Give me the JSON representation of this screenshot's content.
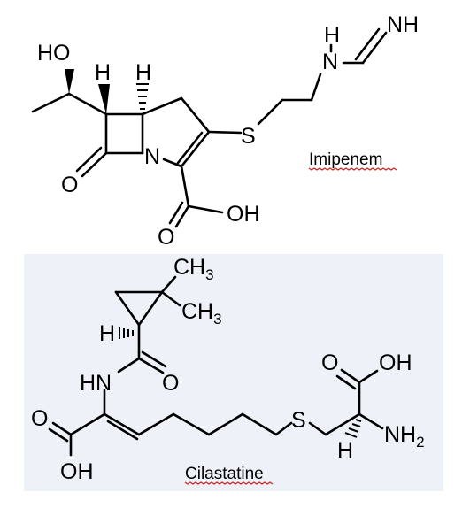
{
  "molecules": [
    {
      "name": "Imipenem",
      "atom_labels": {
        "ho": "HO",
        "h1": "H",
        "h2": "H",
        "n_ring": "N",
        "s": "S",
        "o_ketone": "O",
        "o_acid": "O",
        "oh_acid": "OH",
        "h_amine": "H",
        "n_amine": "N",
        "nh_imine": "NH"
      }
    },
    {
      "name": "Cilastatine",
      "atom_labels": {
        "ch3_top": "CH",
        "ch3_top_sub": "3",
        "ch3_bottom": "CH",
        "ch3_bottom_sub": "3",
        "h_cyclo": "H",
        "hn": "HN",
        "o_amide": "O",
        "o_acid_left": "O",
        "oh_left": "OH",
        "s": "S",
        "o_acid_right": "O",
        "oh_right": "OH",
        "nh2": "NH",
        "nh2_sub": "2",
        "h_alpha": "H"
      }
    }
  ],
  "colors": {
    "panel_background": "#eef2f8",
    "bond": "#000000",
    "spellcheck_underline": "#d02020"
  }
}
